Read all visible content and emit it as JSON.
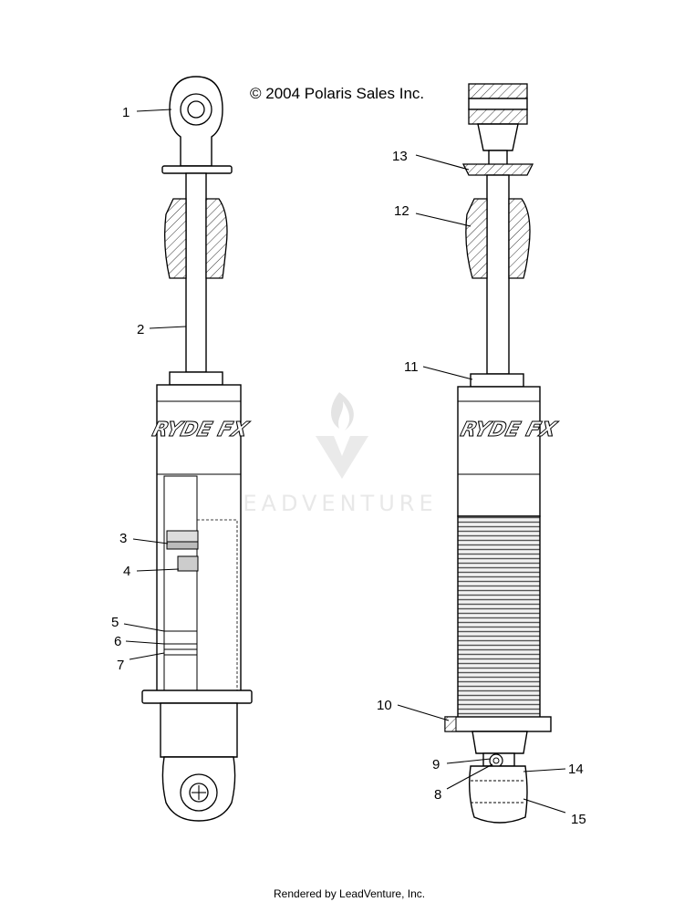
{
  "copyright": "© 2004 Polaris Sales Inc.",
  "watermark": "LEADVENTURE",
  "footer": "Rendered by LeadVenture, Inc.",
  "callouts": [
    "1",
    "2",
    "3",
    "4",
    "5",
    "6",
    "7",
    "8",
    "9",
    "10",
    "11",
    "12",
    "13",
    "14",
    "15"
  ],
  "logo_text": "RYDE FX"
}
